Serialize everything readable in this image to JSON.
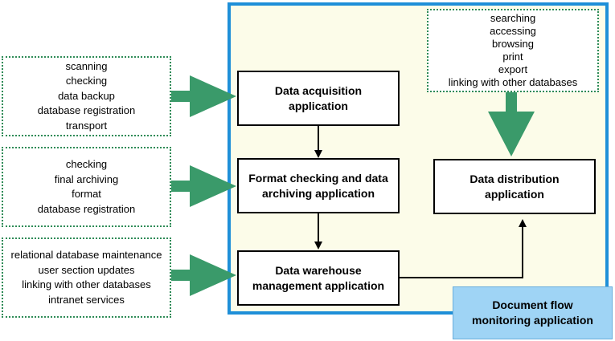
{
  "colors": {
    "panel_border": "#1e8fd8",
    "panel_fill": "#fcfce9",
    "arrow_green": "#3a9a6a",
    "monitor_fill": "#9fd4f5"
  },
  "left_groups": [
    {
      "items": [
        "scanning",
        "checking",
        "data backup",
        "database registration",
        "transport"
      ]
    },
    {
      "items": [
        "checking",
        "final archiving",
        "format",
        "database registration"
      ]
    },
    {
      "items": [
        "relational database maintenance",
        "user section updates",
        "linking with other databases",
        "intranet services"
      ]
    }
  ],
  "distribution_features": [
    "searching",
    "accessing",
    "browsing",
    "print",
    "export",
    "linking with other databases"
  ],
  "boxes": {
    "acquisition": "Data acquisition\napplication",
    "format_checking": "Format checking and data\narchiving application",
    "warehouse": "Data warehouse\nmanagement application",
    "distribution": "Data distribution\napplication"
  },
  "monitoring": "Document flow\nmonitoring application"
}
